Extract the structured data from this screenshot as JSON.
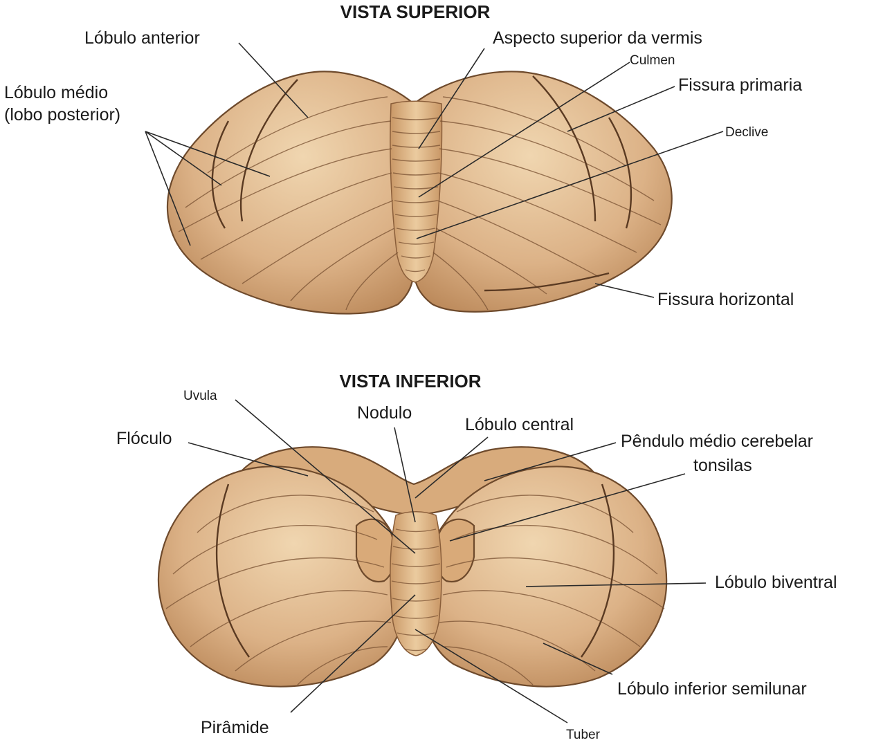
{
  "colors": {
    "tissue_light": "#eccfa6",
    "tissue_mid": "#d9ae7e",
    "tissue_dark": "#b98657",
    "fold_line": "#7a5233",
    "label_text": "#1a1a1a"
  },
  "superior": {
    "title": "VISTA SUPERIOR",
    "labels": {
      "lobulo_anterior": "Lóbulo anterior",
      "aspecto_superior": "Aspecto superior da vermis",
      "culmen": "Culmen",
      "fissura_primaria": "Fissura primaria",
      "lobulo_medio_1": "Lóbulo médio",
      "lobulo_medio_2": "(lobo posterior)",
      "declive": "Declive",
      "fissura_horizontal": "Fissura horizontal"
    }
  },
  "inferior": {
    "title": "VISTA INFERIOR",
    "labels": {
      "uvula": "Uvula",
      "nodulo": "Nodulo",
      "lobulo_central": "Lóbulo central",
      "floculo": "Flóculo",
      "pendulo": "Pêndulo médio cerebelar",
      "tonsilas": "tonsilas",
      "lobulo_biventral": "Lóbulo biventral",
      "lobulo_inferior": "Lóbulo inferior semilunar",
      "piramide": "Pirâmide",
      "tuber": "Tuber"
    }
  }
}
